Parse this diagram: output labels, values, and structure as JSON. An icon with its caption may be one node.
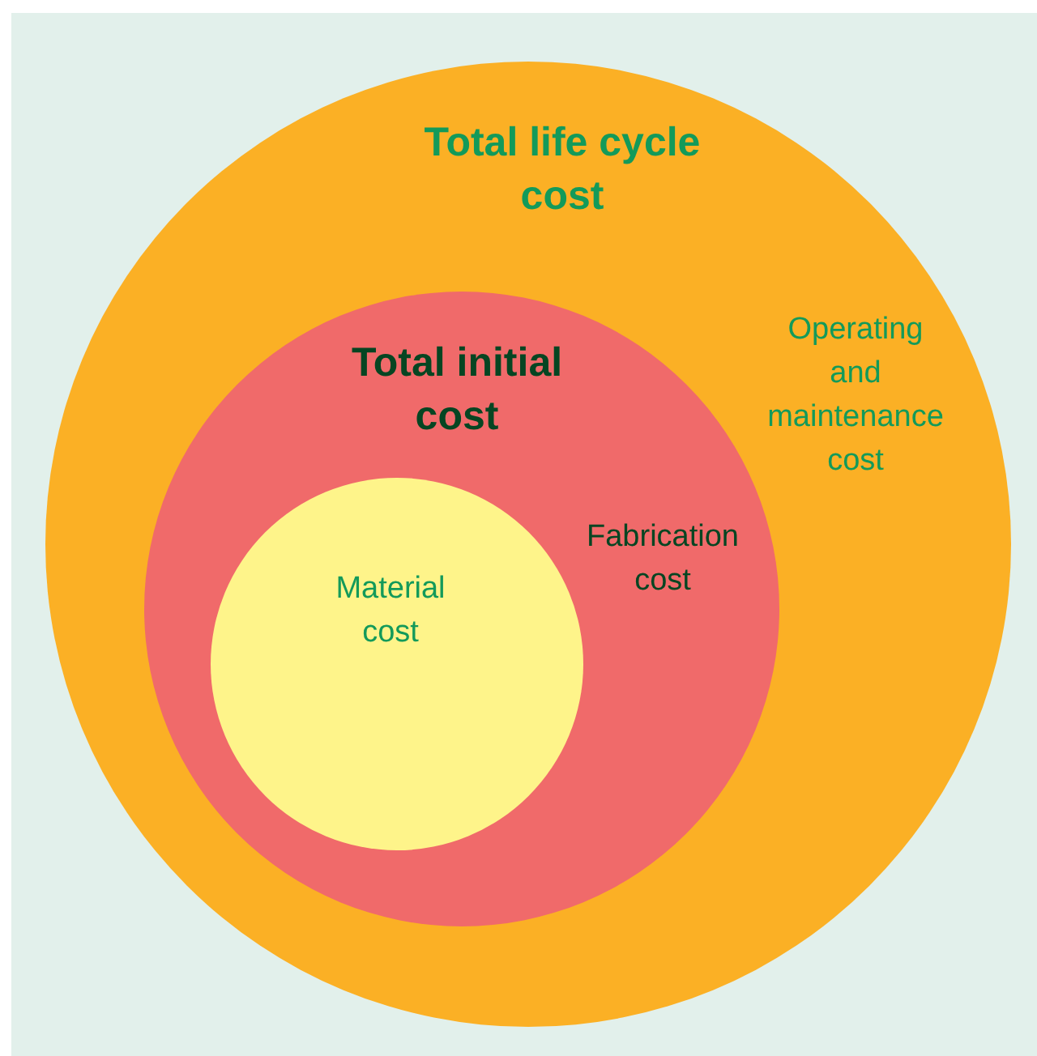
{
  "diagram": {
    "nodes": [
      {
        "text": [
          "Total life cycle cost",
          "Operating and maintenance cost"
        ]
      },
      {
        "text": [
          "Total initial cost",
          "Fabrication cost"
        ],
        "in": 0
      },
      {
        "text": [
          "Material cost"
        ],
        "in": 1
      }
    ]
  }
}
